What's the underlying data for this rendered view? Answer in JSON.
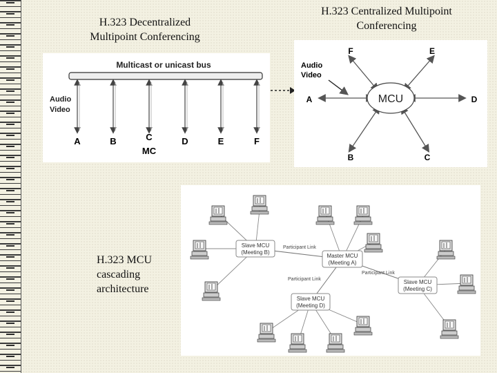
{
  "captions": {
    "decentralized": "H.323 Decentralized Multipoint Conferencing",
    "centralized": "H.323 Centralized Multipoint Conferencing",
    "cascading": "H.323 MCU cascading architecture"
  },
  "decentralized": {
    "bus_label": "Multicast or unicast bus",
    "media_label_audio": "Audio",
    "media_label_video": "Video",
    "nodes": [
      "A",
      "B",
      "C",
      "D",
      "E",
      "F"
    ],
    "mc_label": "MC"
  },
  "centralized": {
    "center_label": "MCU",
    "media_label_audio": "Audio",
    "media_label_video": "Video",
    "nodes": [
      "F",
      "E",
      "A",
      "D",
      "B",
      "C"
    ]
  },
  "cascading": {
    "master_mcu": [
      "Master MCU",
      "(Meeting A)"
    ],
    "slave_b": [
      "Slave MCU",
      "(Meeting B)"
    ],
    "slave_c": [
      "Slave MCU",
      "(Meeting C)"
    ],
    "slave_d": [
      "Slave MCU",
      "(Meeting D)"
    ],
    "link_label": "Participant Link"
  },
  "colors": {
    "line": "#222222",
    "light_line": "#777777"
  }
}
